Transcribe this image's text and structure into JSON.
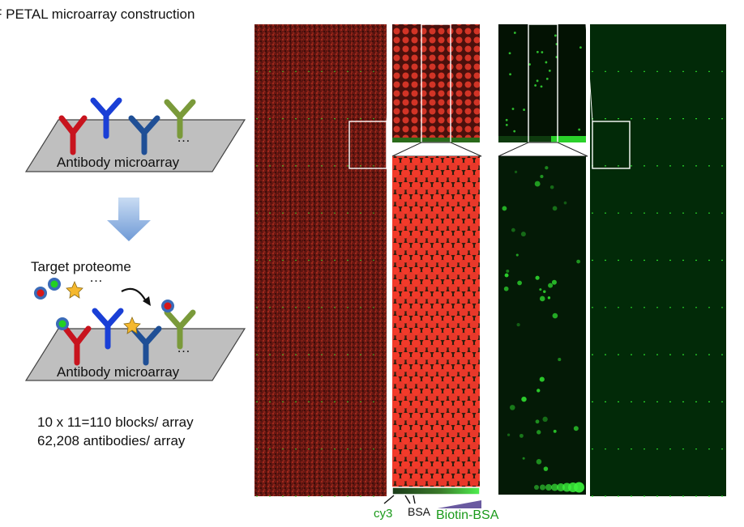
{
  "title": "F PETAL microarray construction",
  "schematic": {
    "slide_label_top": "Antibody microarray",
    "slide_label_bottom": "Antibody microarray",
    "target_label": "Target proteome",
    "ellipsis": "…",
    "stats": [
      "10 x 11=110 blocks/ array",
      "62,208 antibodies/ array"
    ]
  },
  "gradient_legend": {
    "cy3": "cy3",
    "bsa": "BSA",
    "biotin_bsa": "Biotin-BSA"
  },
  "colors": {
    "red_channel": "#c8281e",
    "green_channel": "#1fd01f",
    "antibody_red": "#c8141e",
    "antibody_blue": "#1a3fd6",
    "antibody_navy": "#1f4f96",
    "antibody_green": "#7a9a3a",
    "slide_fill": "#bdbdbd",
    "arrow_fill": "#8fb3e3",
    "star": "#f5b82e"
  }
}
